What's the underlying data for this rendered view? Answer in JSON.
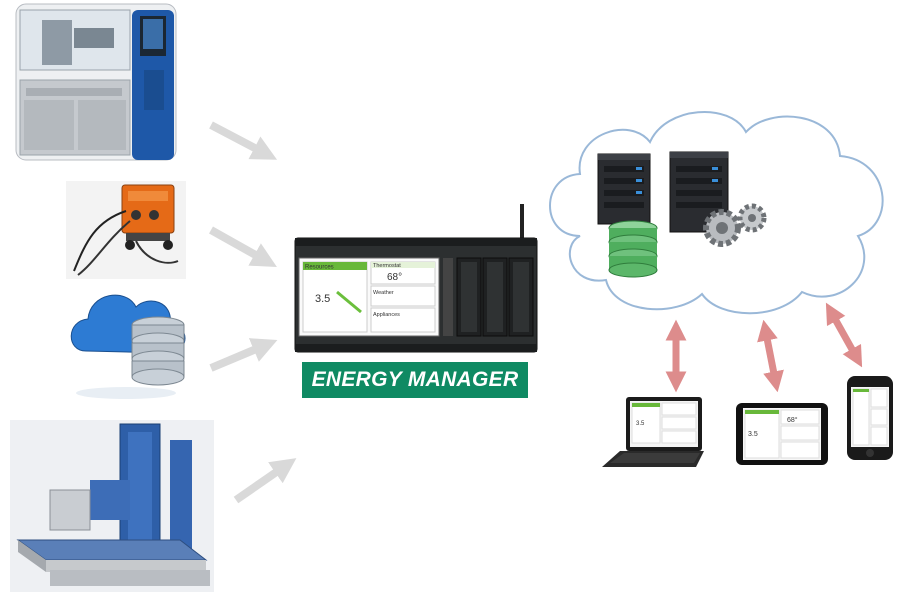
{
  "hub": {
    "label": "ENERGY MANAGER",
    "screen": {
      "panel1_title": "Resources",
      "panel1_value": "3.5",
      "panel2_title": "Thermostat",
      "panel2_value": "68°",
      "panel3_title": "Weather",
      "panel4_title": "Appliances"
    }
  },
  "sources": [
    {
      "icon": "cnc-machine-icon"
    },
    {
      "icon": "welding-machine-icon"
    },
    {
      "icon": "cloud-database-icon"
    },
    {
      "icon": "boring-mill-icon"
    }
  ],
  "cloud": {
    "icons": [
      "server-icon",
      "database-icon",
      "server-icon",
      "gears-icon"
    ]
  },
  "devices": [
    {
      "icon": "laptop-icon",
      "value": "3.5"
    },
    {
      "icon": "tablet-icon",
      "value": "3.5",
      "value2": "68°"
    },
    {
      "icon": "smartphone-icon"
    }
  ],
  "colors": {
    "arrow_gray": "#d9d9d9",
    "arrow_pink": "#dd8c8c",
    "brand_green": "#0f8a63",
    "cloud_stroke": "#9ab8d8"
  }
}
